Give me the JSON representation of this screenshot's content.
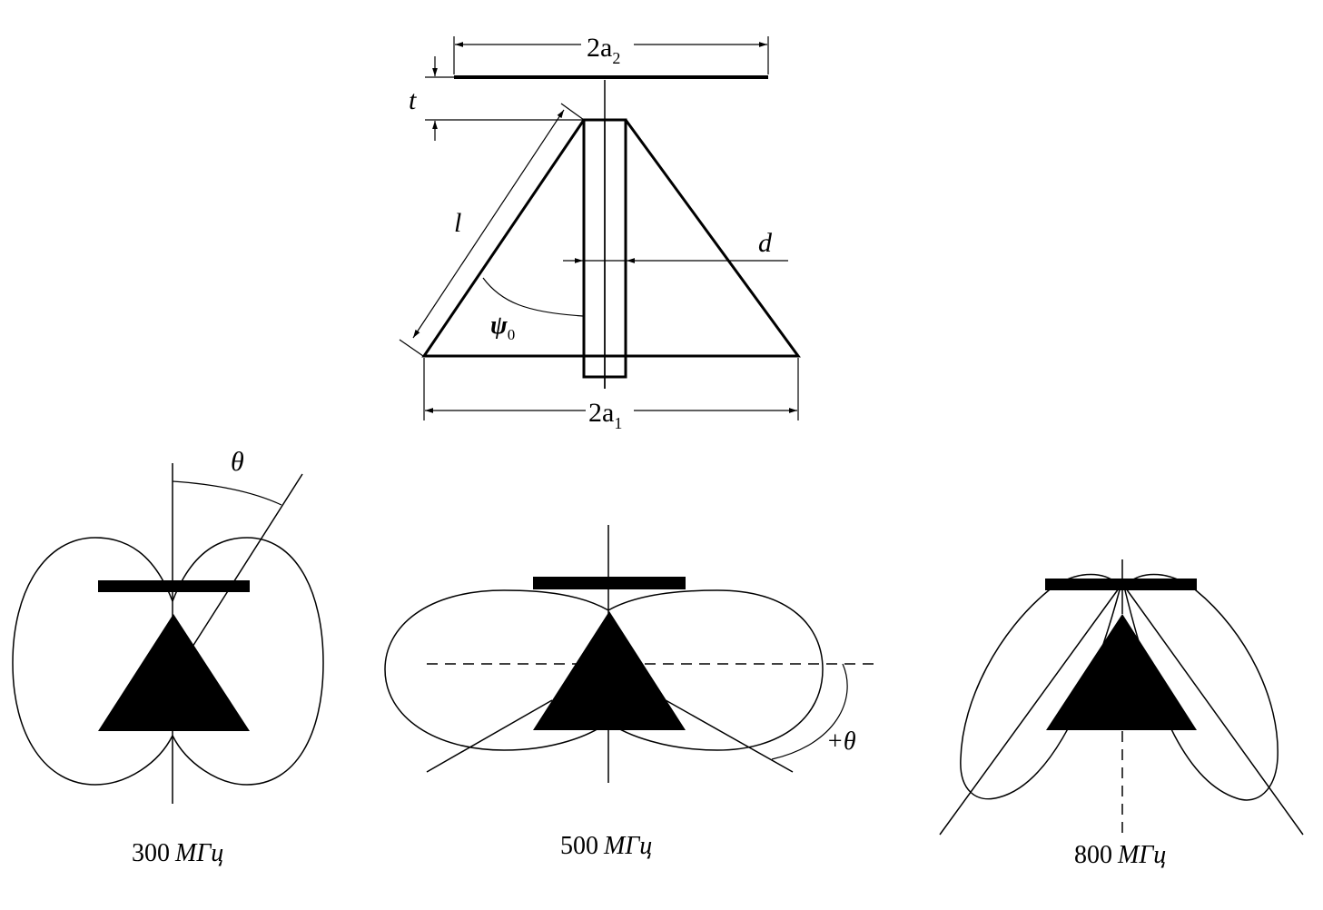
{
  "diagram": {
    "dimension_labels": {
      "top_plate_width": {
        "main": "2a",
        "sub": "2"
      },
      "bottom_width": {
        "main": "2a",
        "sub": "1"
      },
      "gap": "t",
      "slant_length": "l",
      "post_width": "d",
      "half_angle": {
        "main": "ψ",
        "sub": "0"
      }
    },
    "angle_labels": {
      "theta": "θ",
      "plus_theta": "+θ"
    },
    "captions": {
      "f300": {
        "number": "300",
        "unit": "МГц"
      },
      "f500": {
        "number": "500",
        "unit": "МГц"
      },
      "f800": {
        "number": "800",
        "unit": "МГц"
      }
    }
  }
}
